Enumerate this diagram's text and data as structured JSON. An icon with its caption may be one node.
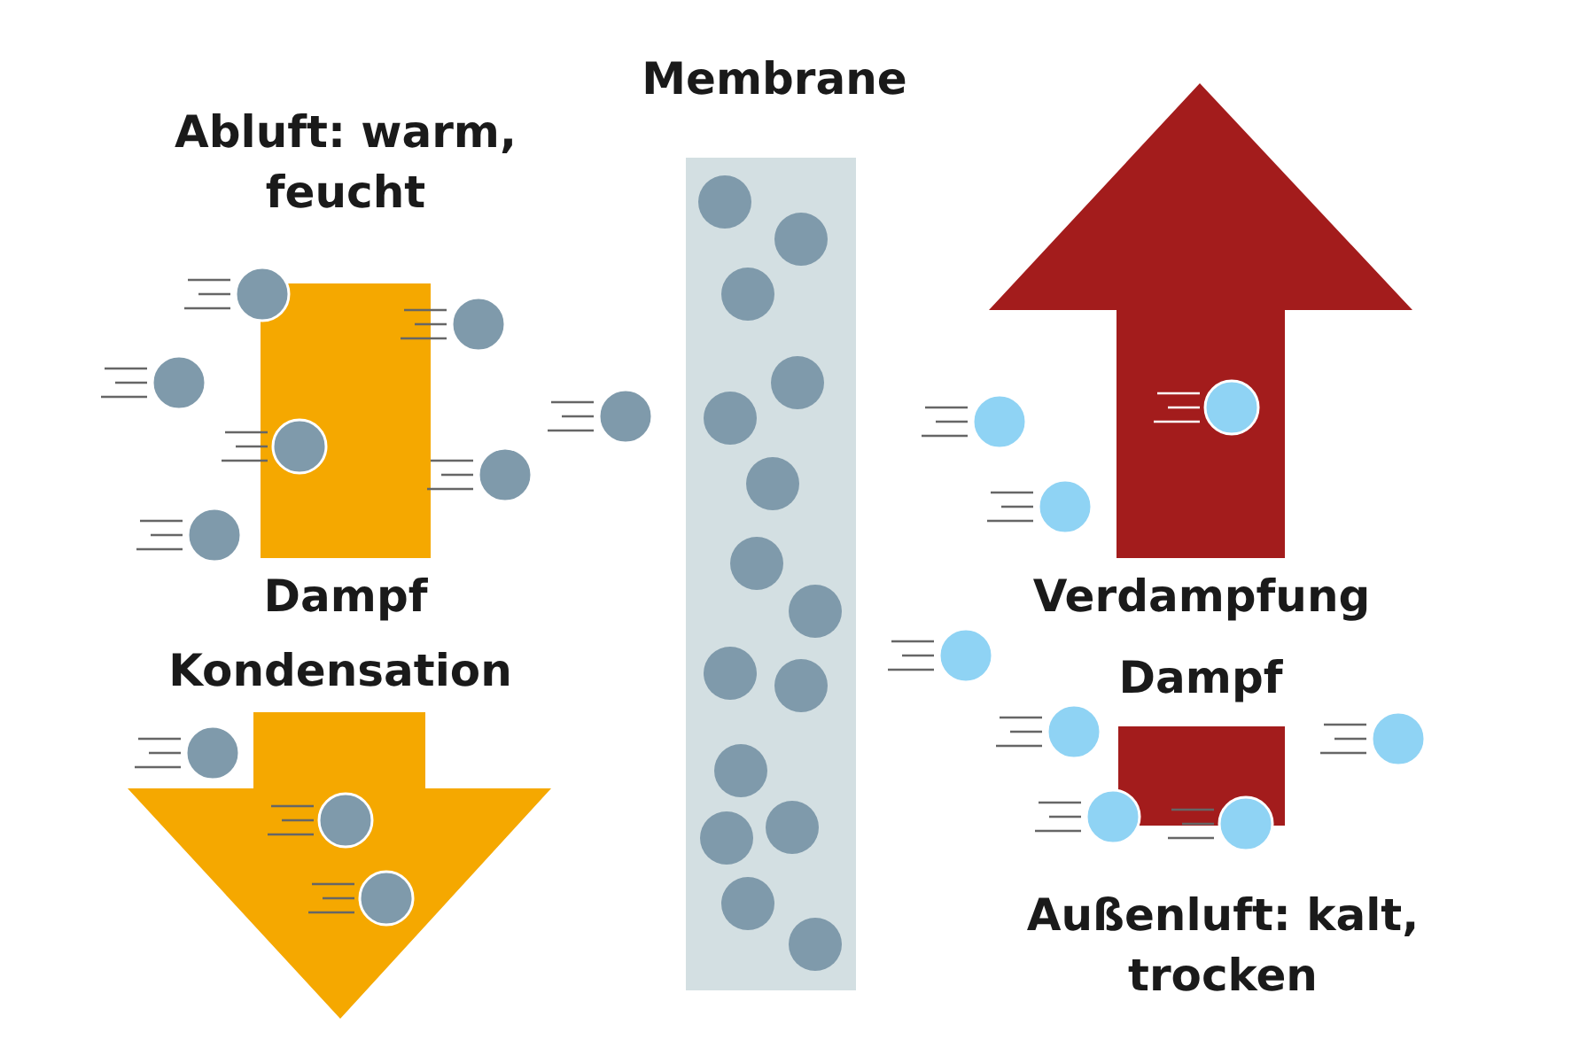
{
  "diagram": {
    "nodes": [
      {
        "text": [
          "Dampf"
        ]
      },
      {
        "text": [
          "Kondensation"
        ]
      },
      {
        "text": [
          "Membrane"
        ]
      },
      {
        "text": [
          "Verdampfung"
        ]
      },
      {
        "text": [
          "Dampf"
        ]
      }
    ],
    "labels": [
      "Abluft: warm, feucht",
      "Außenluft: kalt, trocken"
    ]
  }
}
